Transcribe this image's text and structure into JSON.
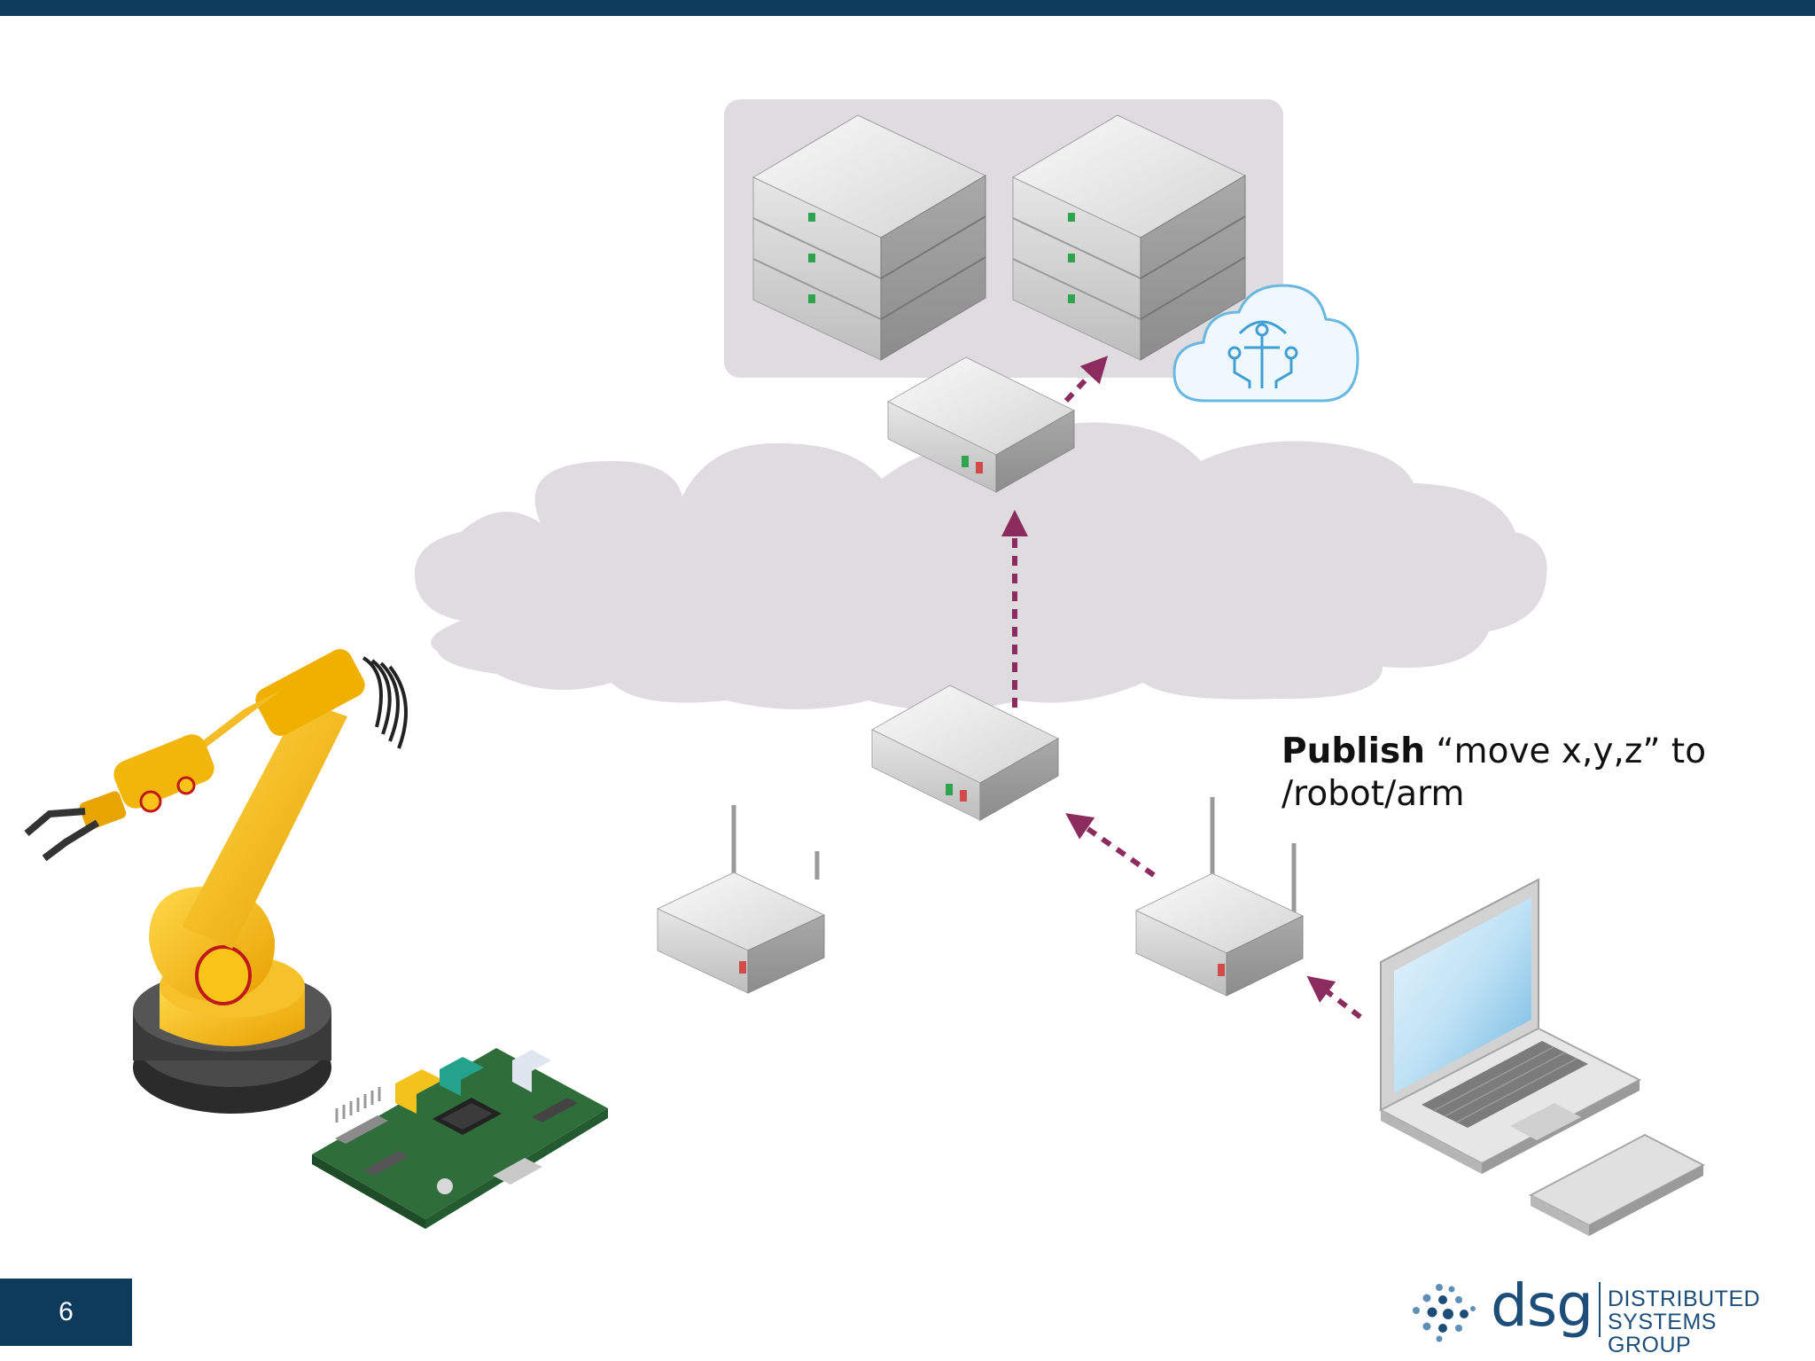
{
  "caption": {
    "verb": "Publish",
    "message": " “move x,y,z” to",
    "topic": "/robot/arm"
  },
  "footer": {
    "page_number": "6",
    "logo_text": "dsg",
    "logo_subtitle_line1": "DISTRIBUTED",
    "logo_subtitle_line2": "SYSTEMS GROUP"
  },
  "colors": {
    "header_bar": "#0e3a5c",
    "arrow": "#8c2b5e",
    "cloud": "#dedcde",
    "robot": "#f5b811",
    "logo": "#1d4e79"
  },
  "icons": [
    "server-rack-icon",
    "cloud-ai-icon",
    "network-switch-icon",
    "internet-cloud-icon",
    "wifi-router-icon",
    "robot-arm-icon",
    "circuit-board-icon",
    "laptop-icon"
  ]
}
